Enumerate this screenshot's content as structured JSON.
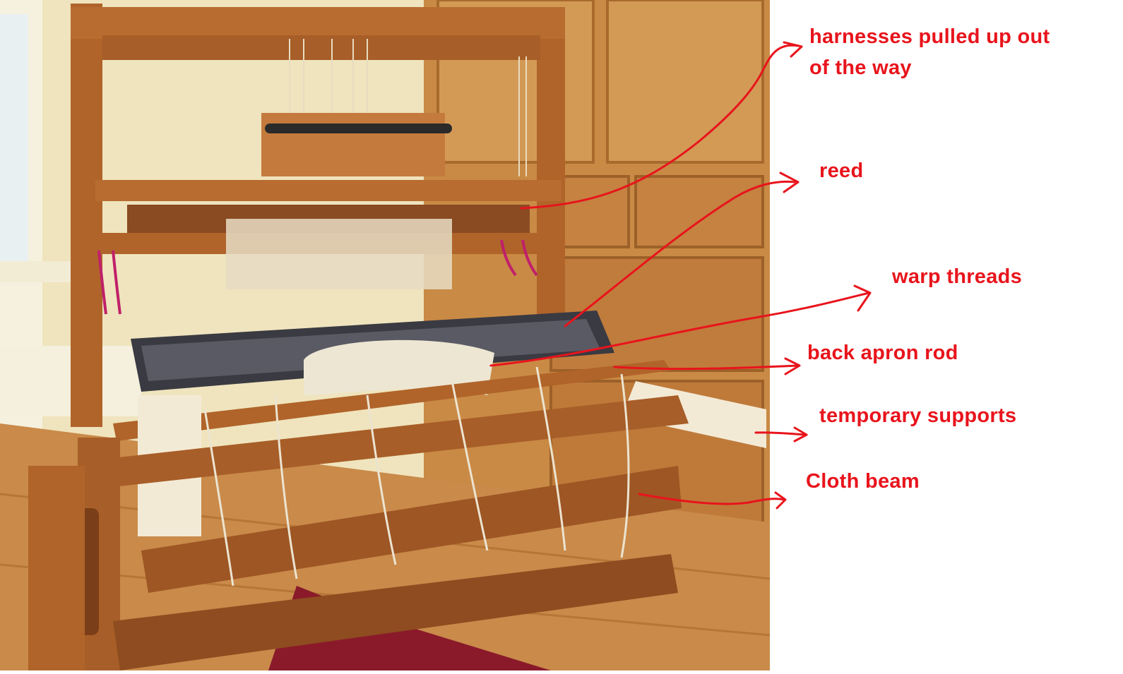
{
  "annotations": {
    "harnesses": {
      "line1": "harnesses pulled up out",
      "line2": "of the way"
    },
    "reed": "reed",
    "warp_threads": "warp threads",
    "back_apron_rod": "back apron rod",
    "temporary_supports": "temporary supports",
    "cloth_beam": "Cloth beam"
  },
  "colors": {
    "annotation": "#e8141c",
    "wood": "#b0642a",
    "wall": "#efe4bd",
    "floor": "#c98a4a",
    "rug": "#8a1a2a"
  }
}
